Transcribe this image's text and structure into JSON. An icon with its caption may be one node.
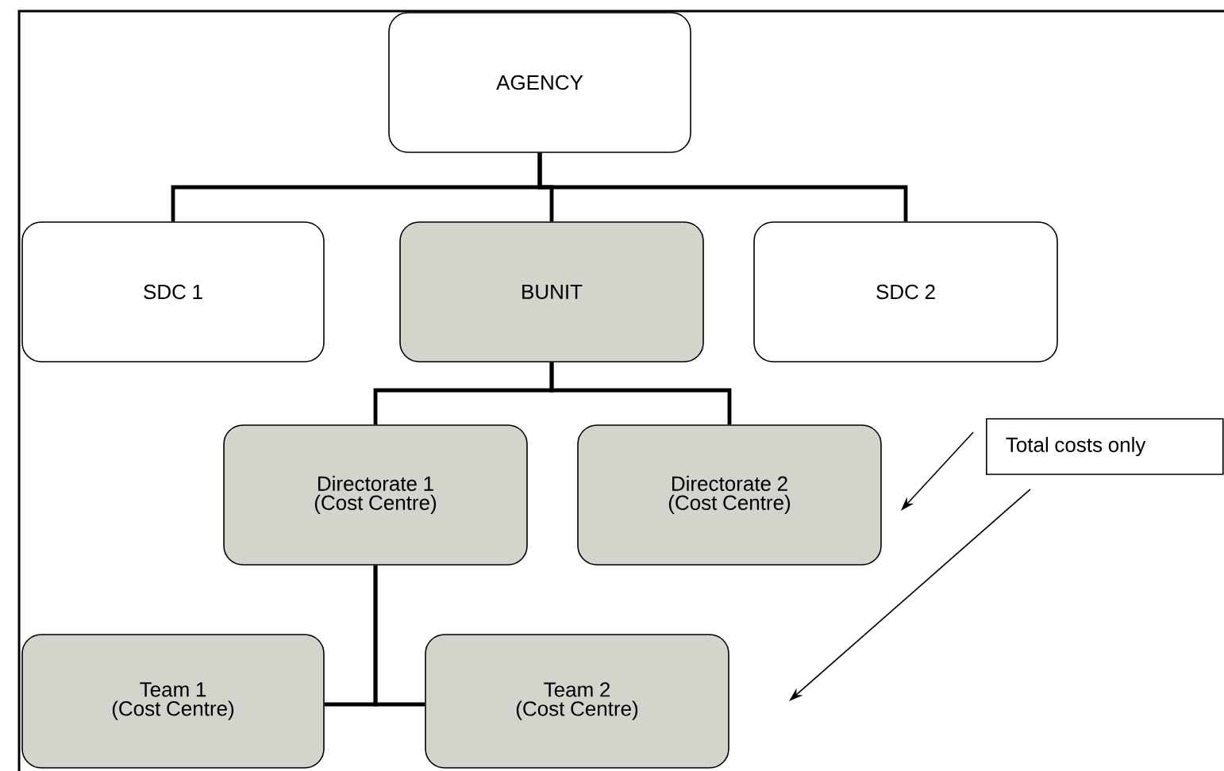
{
  "diagram": {
    "nodes": [
      {
        "text": [
          "AGENCY"
        ]
      },
      {
        "text": [
          "SDC 1"
        ]
      },
      {
        "text": [
          "BUNIT"
        ]
      },
      {
        "text": [
          "SDC 2"
        ]
      },
      {
        "text": [
          "Directorate 1",
          "(Cost Centre)"
        ]
      },
      {
        "text": [
          "Directorate 2",
          "(Cost Centre)"
        ]
      },
      {
        "text": [
          "Team 1",
          "(Cost Centre)"
        ]
      },
      {
        "text": [
          "Team 2",
          "(Cost Centre)"
        ]
      },
      {
        "text": [
          "Total costs only"
        ]
      }
    ],
    "edges": [
      {
        "from": 0,
        "to": 1,
        "arrow": "none"
      },
      {
        "from": 0,
        "to": 2,
        "arrow": "none"
      },
      {
        "from": 0,
        "to": 3,
        "arrow": "none"
      },
      {
        "from": 2,
        "to": 4,
        "arrow": "none"
      },
      {
        "from": 2,
        "to": 5,
        "arrow": "none"
      },
      {
        "from": 4,
        "to": 6,
        "arrow": "none"
      },
      {
        "from": 4,
        "to": 7,
        "arrow": "none"
      },
      {
        "from": 8,
        "to": 5,
        "arrow": "to"
      },
      {
        "from": 8,
        "to": null,
        "arrow": "to"
      }
    ]
  }
}
